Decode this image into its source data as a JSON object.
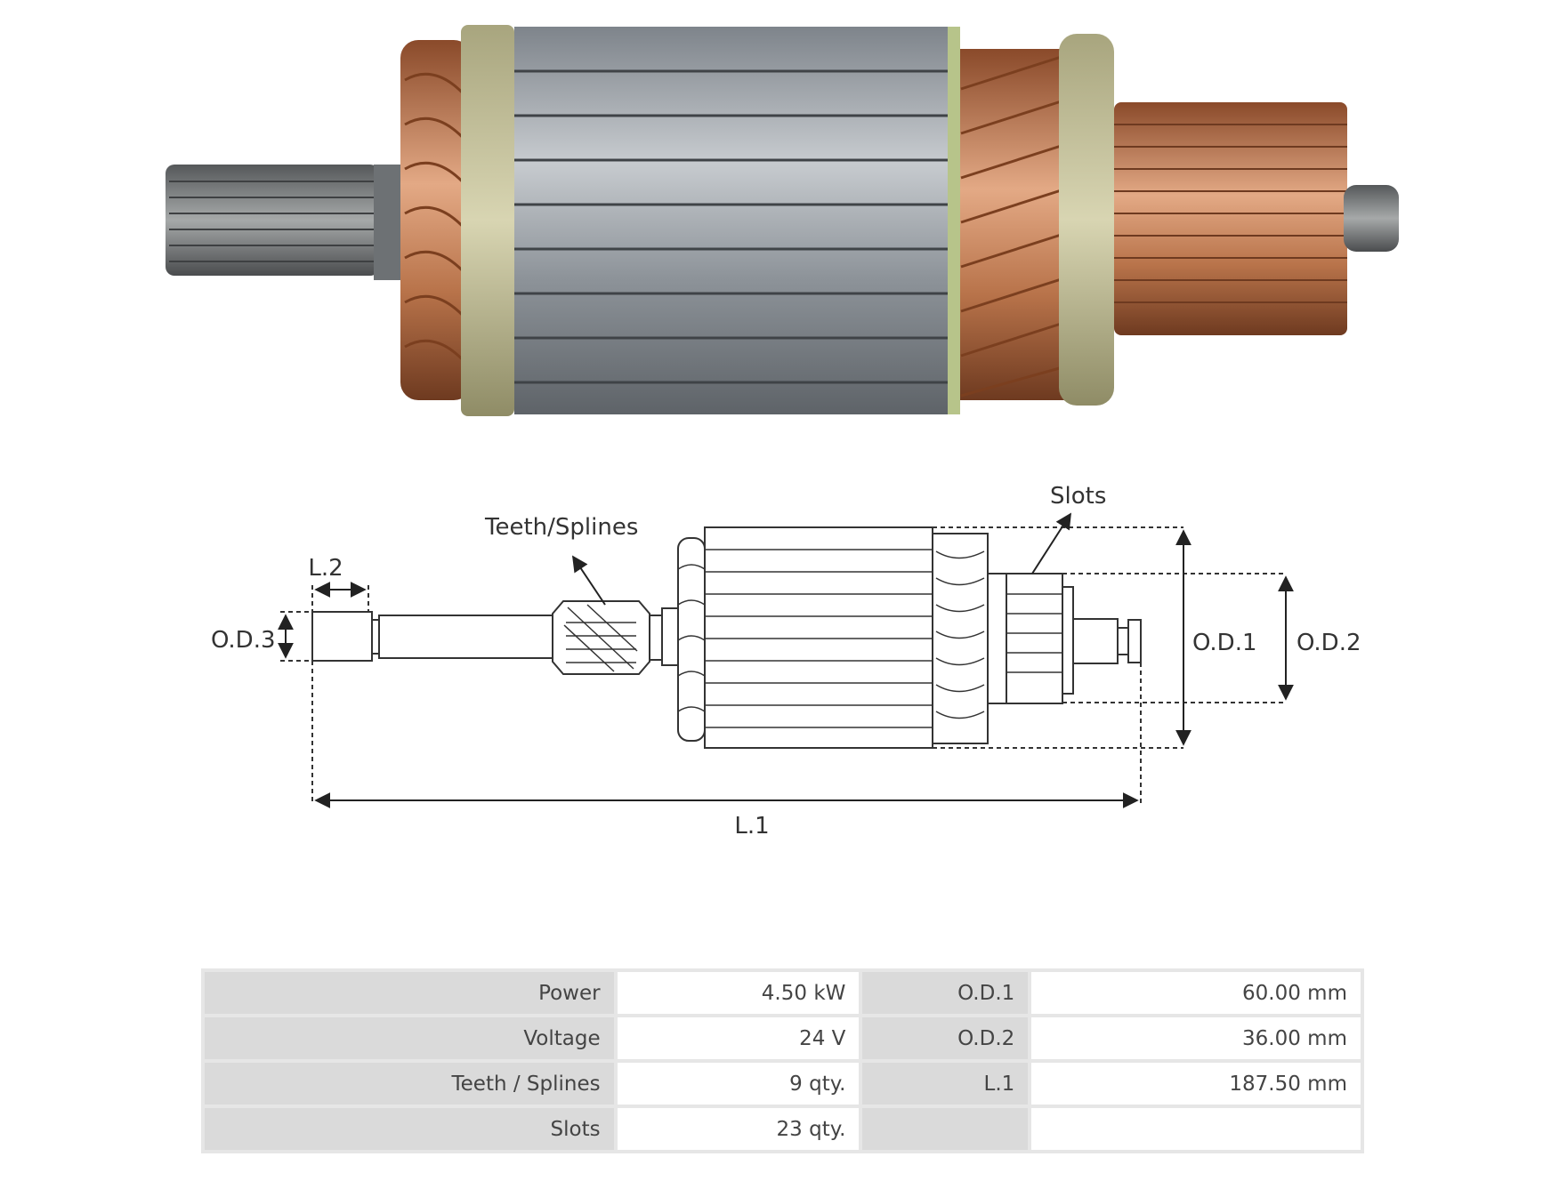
{
  "diagram": {
    "labels": {
      "slots": "Slots",
      "teeth_splines": "Teeth/Splines",
      "l2": "L.2",
      "od3": "O.D.3",
      "od1": "O.D.1",
      "od2": "O.D.2",
      "l1": "L.1"
    }
  },
  "specs": {
    "rows": [
      {
        "label1": "Power",
        "value1": "4.50 kW",
        "label2": "O.D.1",
        "value2": "60.00 mm"
      },
      {
        "label1": "Voltage",
        "value1": "24 V",
        "label2": "O.D.2",
        "value2": "36.00 mm"
      },
      {
        "label1": "Teeth / Splines",
        "value1": "9 qty.",
        "label2": "L.1",
        "value2": "187.50 mm"
      },
      {
        "label1": "Slots",
        "value1": "23 qty.",
        "label2": "",
        "value2": ""
      }
    ]
  },
  "colors": {
    "copper": "#b8734a",
    "steel": "#9aa0a6",
    "insulator": "#c9c6a0",
    "table_label_bg": "#dadada",
    "table_border": "#e6e6e6"
  }
}
